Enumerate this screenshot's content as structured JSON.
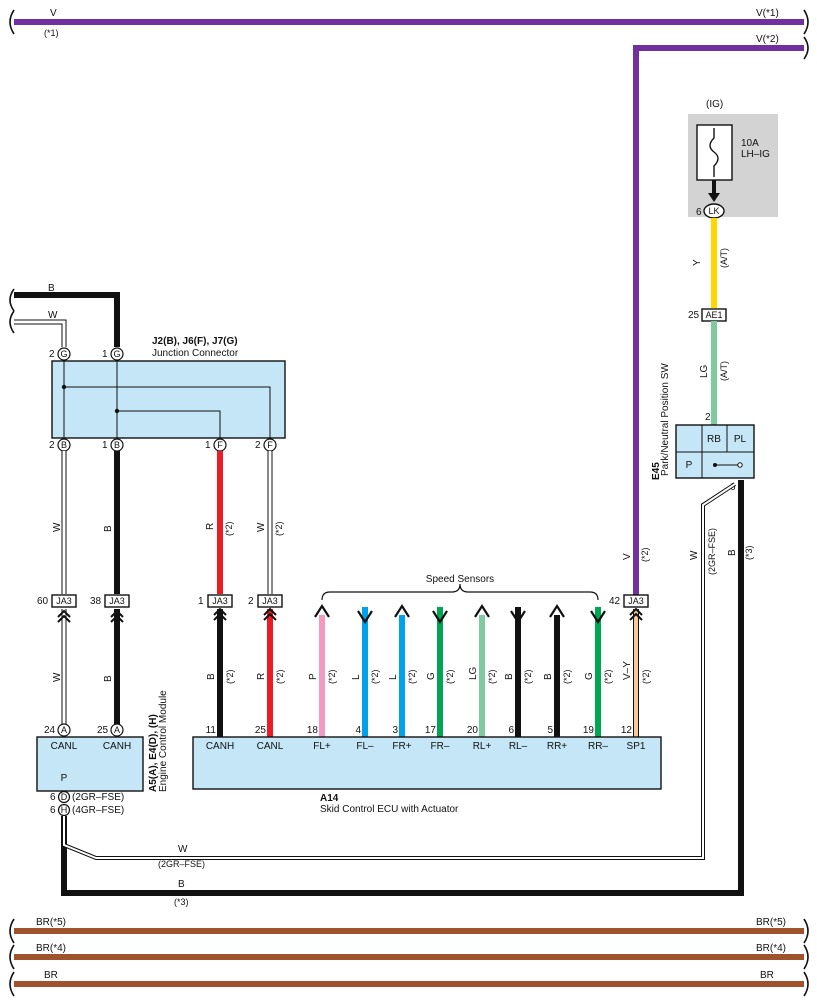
{
  "wire_colors": {
    "V": "#7030a0",
    "B": "#111111",
    "W": "#ffffff",
    "R": "#ed1c24",
    "P": "#f49ac1",
    "L": "#00a2e8",
    "G": "#00a651",
    "LG": "#7fcb9f",
    "Y": "#ffd700",
    "BR": "#a0522d",
    "V-Y": "#f5c99a",
    "box": "#c5e6f6",
    "fuse_bg": "#d3d3d3"
  },
  "top_rails": {
    "v1_left": "V",
    "v1_left_note": "(*1)",
    "v1_right": "V(*1)",
    "v2_right": "V(*2)"
  },
  "bottom_rails": {
    "br5": "BR(*5)",
    "br4": "BR(*4)",
    "br": "BR"
  },
  "left_inputs": {
    "b": "B",
    "w": "W"
  },
  "junction": {
    "title": "J2(B), J6(F), J7(G)",
    "subtitle": "Junction Connector",
    "top_pins": [
      {
        "num": "2",
        "letter": "G"
      },
      {
        "num": "1",
        "letter": "G"
      }
    ],
    "bottom_pins": [
      {
        "num": "2",
        "letter": "B"
      },
      {
        "num": "1",
        "letter": "B"
      },
      {
        "num": "1",
        "letter": "F"
      },
      {
        "num": "2",
        "letter": "F"
      }
    ]
  },
  "fuse": {
    "group": "(IG)",
    "rating": "10A",
    "name": "LH–IG",
    "pin_num": "6",
    "pin_label": "LK"
  },
  "ae1": {
    "num": "25",
    "label": "AE1"
  },
  "park_sw": {
    "code": "E45",
    "name": "Park/Neutral Position SW",
    "pin_top": "2",
    "pin_bottom": "6",
    "cell_rb": "RB",
    "cell_pl": "PL",
    "cell_p": "P"
  },
  "ecm": {
    "code": "A5(A), E4(D), (H)",
    "name": "Engine Control Module",
    "pins": [
      {
        "num": "24",
        "letter": "A",
        "label": "CANL"
      },
      {
        "num": "25",
        "letter": "A",
        "label": "CANH"
      }
    ],
    "p_label": "P",
    "d_pin": {
      "num": "6",
      "letter": "D",
      "note": "(2GR–FSE)"
    },
    "h_pin": {
      "num": "6",
      "letter": "H",
      "note": "(4GR–FSE)"
    }
  },
  "ja3": [
    {
      "num": "60",
      "label": "JA3"
    },
    {
      "num": "38",
      "label": "JA3"
    },
    {
      "num": "1",
      "label": "JA3"
    },
    {
      "num": "2",
      "label": "JA3"
    },
    {
      "num": "42",
      "label": "JA3"
    }
  ],
  "speed_sensors_label": "Speed Sensors",
  "skid": {
    "code": "A14",
    "name": "Skid Control ECU with Actuator",
    "pins": [
      {
        "num": "11",
        "label": "CANH"
      },
      {
        "num": "25",
        "label": "CANL"
      },
      {
        "num": "18",
        "label": "FL+"
      },
      {
        "num": "4",
        "label": "FL–"
      },
      {
        "num": "3",
        "label": "FR+"
      },
      {
        "num": "17",
        "label": "FR–"
      },
      {
        "num": "20",
        "label": "RL+"
      },
      {
        "num": "6",
        "label": "RL–"
      },
      {
        "num": "5",
        "label": "RR+"
      },
      {
        "num": "19",
        "label": "RR–"
      },
      {
        "num": "12",
        "label": "SP1"
      }
    ]
  },
  "wire_labels": {
    "mid_w_left": "W",
    "mid_b_left": "B",
    "mid_r": "R",
    "mid_r_note": "(*2)",
    "mid_w_right": "W",
    "mid_w_right_note": "(*2)",
    "v_drop": "V",
    "v_drop_note": "(*2)",
    "y": "Y",
    "y_note": "(A/T)",
    "lg": "LG",
    "lg_note": "(A/T)",
    "bot_w_left": "W",
    "bot_b_left": "B",
    "sensor_colors": [
      "B",
      "R",
      "P",
      "L",
      "L",
      "G",
      "LG",
      "B",
      "B",
      "G",
      "V–Y"
    ],
    "sensor_note": "(*2)",
    "return_w": "W",
    "return_w_note": "(2GR–FSE)",
    "return_b": "B",
    "return_b_note": "(*3)",
    "sw_w": "W",
    "sw_w_note": "(2GR–FSE)",
    "sw_b": "B",
    "sw_b_note": "(*3)"
  }
}
